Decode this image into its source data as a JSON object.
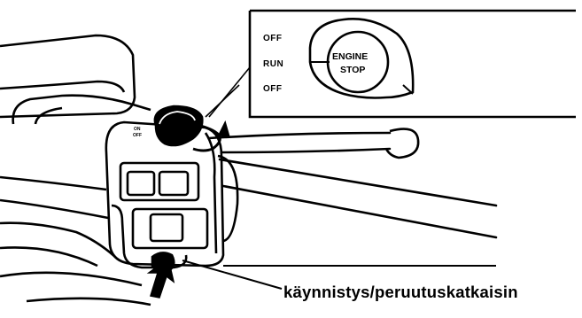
{
  "inset": {
    "positions": [
      "OFF",
      "RUN",
      "OFF"
    ],
    "button_line1": "ENGINE",
    "button_line2": "STOP"
  },
  "switch_housing": {
    "marking_on": "ON",
    "marking_off": "OFF"
  },
  "callout": {
    "label": "käynnistys/peruutuskatkaisin"
  }
}
